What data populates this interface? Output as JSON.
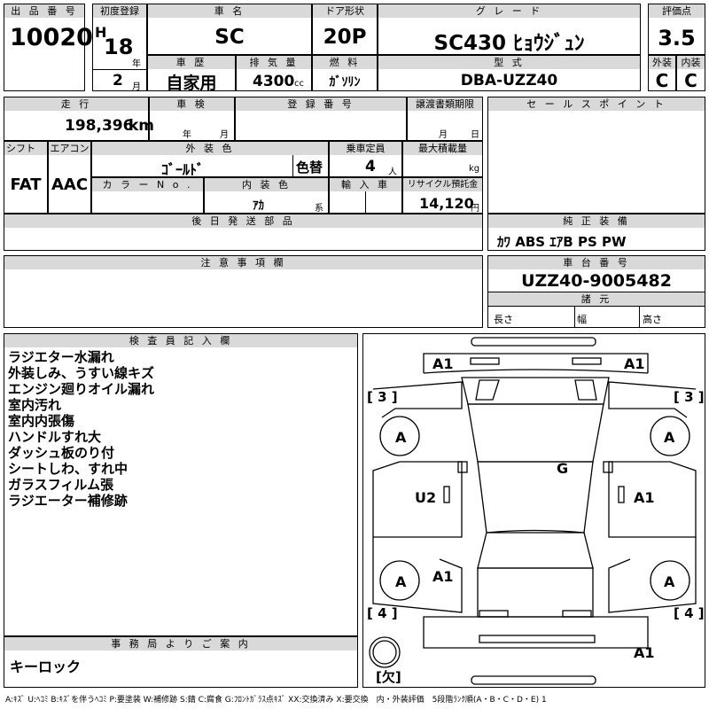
{
  "header": {
    "lot_label": "出 品 番 号",
    "lot": "10020",
    "reg_label": "初度登録",
    "era": "H",
    "year": "18",
    "year_unit": "年",
    "month": "2",
    "month_unit": "月",
    "name_label": "車 名",
    "name": "SC",
    "door_label": "ドア形状",
    "door": "20P",
    "grade_label": "グ レ ー ド",
    "grade": "SC430 ﾋｮｳｼﾞｭﾝ",
    "score_label": "評価点",
    "score": "3.5",
    "history_label": "車 歴",
    "history": "自家用",
    "disp_label": "排 気 量",
    "disp": "4300",
    "disp_unit": "cc",
    "fuel_label": "燃 料",
    "fuel": "ｶﾞｿﾘﾝ",
    "model_label": "型 式",
    "model": "DBA-UZZ40",
    "ext_label": "外装",
    "ext": "C",
    "int_label": "内装",
    "int": "C"
  },
  "mid": {
    "mileage_label": "走 行",
    "mileage": "198,396",
    "mileage_unit": "km",
    "inspection_label": "車 検",
    "insp_year_unit": "年",
    "insp_month_unit": "月",
    "plate_label": "登 録 番 号",
    "transfer_label": "譲渡書類期限",
    "transfer_month_unit": "月",
    "transfer_day_unit": "日",
    "shift_label": "シフト",
    "shift": "FAT",
    "ac_label": "エアコン",
    "ac": "AAC",
    "color_label": "外 装 色",
    "color": "ｺﾞｰﾙﾄﾞ",
    "color_changed": "色替",
    "seats_label": "乗車定員",
    "seats": "4",
    "seats_unit": "人",
    "load_label": "最大積載量",
    "load_unit": "kg",
    "color_no_label": "カ ラ ー N o .",
    "int_color_label": "内 装 色",
    "int_color": "ｱｶ",
    "int_color_unit": "系",
    "import_label": "輸 入 車",
    "recycle_label": "リサイクル預託金",
    "recycle": "14,120",
    "recycle_unit": "円",
    "later_parts_label": "後 日 発 送 部 品",
    "sales_label": "セ ー ル ス ポ イ ン ト",
    "equip_label": "純 正 装 備",
    "equip": "ｶﾜ ABS ｴｱB PS PW"
  },
  "notes_label": "注 意 事 項 欄",
  "chassis": {
    "label": "車 台 番 号",
    "number": "UZZ40-9005482",
    "specs_label": "諸 元",
    "length_label": "長さ",
    "width_label": "幅",
    "height_label": "高さ"
  },
  "inspector": {
    "label": "検 査 員 記 入 欄",
    "lines": [
      "ラジエター水漏れ",
      "外装しみ、うすい線キズ",
      "エンジン廻りオイル漏れ",
      "室内汚れ",
      "室内内張傷",
      "ハンドルすれ大",
      "ダッシュ板のり付",
      "シートしわ、すれ中",
      "ガラスフィルム張",
      "ラジエーター補修跡"
    ]
  },
  "office": {
    "label": "事 務 局 よ り ご 案 内",
    "text": "キーロック"
  },
  "diagram": {
    "marks": [
      "A1",
      "A1",
      "A1",
      "A1",
      "A1",
      "U2",
      "G",
      "A",
      "A",
      "A",
      "A"
    ],
    "brackets": [
      "[ 3 ]",
      "[ 3 ]",
      "[ 4 ]",
      "[ 4 ]"
    ],
    "missing": "[欠]"
  },
  "legend": "A:ｷｽﾞ U:ﾍｺﾐ B:ｷｽﾞを伴うﾍｺﾐ P:要塗装 W:補修跡 S:錆 C:腐食 G:ﾌﾛﾝﾄｶﾞﾗｽ点ｷｽﾞ XX:交換済み X:要交換　内・外装評価　5段階ﾗﾝｸ順(A・B・C・D・E) 1"
}
